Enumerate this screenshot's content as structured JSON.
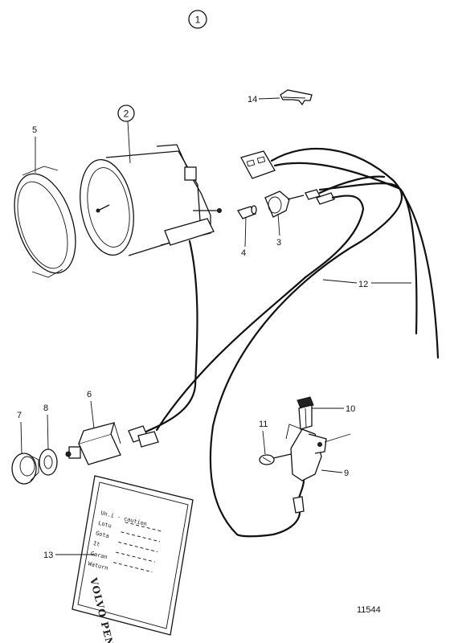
{
  "title_callout": "1",
  "assembly_callout": "2",
  "callouts": {
    "c3": "3",
    "c4": "4",
    "c5": "5",
    "c6": "6",
    "c7": "7",
    "c8": "8",
    "c9": "9",
    "c10": "10",
    "c11": "11",
    "c12": "12",
    "c13": "13",
    "c14": "14"
  },
  "plate": {
    "lines": [
      "Un.i - caution",
      "Lotu",
      "Gota",
      "It",
      "Garan",
      "Waturn"
    ],
    "brand": "VOLVO PENTA"
  },
  "reference_number": "11544"
}
